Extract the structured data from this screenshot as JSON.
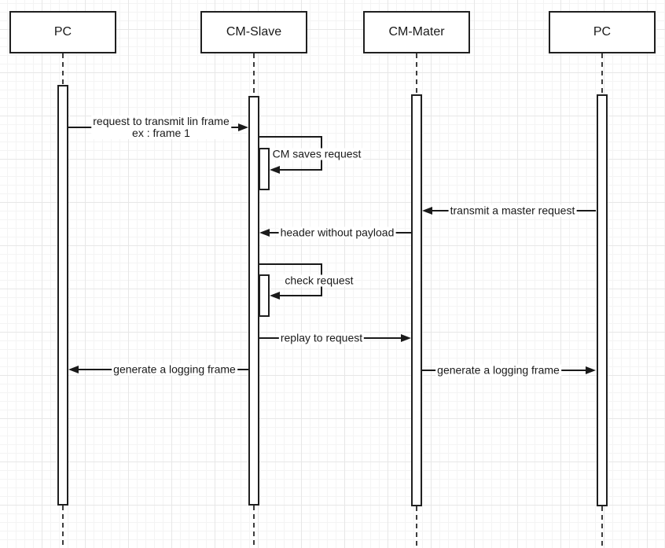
{
  "diagram_type": "uml-sequence",
  "participants": [
    {
      "id": "pc-left",
      "label": "PC"
    },
    {
      "id": "cm-slave",
      "label": "CM-Slave"
    },
    {
      "id": "cm-mater",
      "label": "CM-Mater"
    },
    {
      "id": "pc-right",
      "label": "PC"
    }
  ],
  "messages": [
    {
      "id": "request-to-transmit",
      "label": "request to transmit lin frame",
      "label2": "ex : frame 1",
      "from": "PC",
      "to": "CM-Slave",
      "kind": "arrow-right"
    },
    {
      "id": "cm-saves-request",
      "label": "CM saves request",
      "from": "CM-Slave",
      "to": "CM-Slave",
      "kind": "self"
    },
    {
      "id": "transmit-a-master-request",
      "label": "transmit a master request",
      "from": "PC",
      "to": "CM-Mater",
      "kind": "arrow-left"
    },
    {
      "id": "header-without-payload",
      "label": "header without payload",
      "from": "CM-Mater",
      "to": "CM-Slave",
      "kind": "arrow-left"
    },
    {
      "id": "check-request",
      "label": "check request",
      "from": "CM-Slave",
      "to": "CM-Slave",
      "kind": "self"
    },
    {
      "id": "replay-to-request",
      "label": "replay to request",
      "from": "CM-Slave",
      "to": "CM-Mater",
      "kind": "arrow-right"
    },
    {
      "id": "generate-logging-frame-left",
      "label": "generate a logging frame",
      "from": "CM-Slave",
      "to": "PC",
      "kind": "arrow-left"
    },
    {
      "id": "generate-logging-frame-right",
      "label": "generate a logging frame",
      "from": "CM-Mater",
      "to": "PC",
      "kind": "arrow-right"
    }
  ],
  "colors": {
    "stroke": "#1f1f1f",
    "text": "#1a1a1a",
    "background": "#ffffff",
    "grid_minor": "#f4f4f4",
    "grid_major": "#e7e7e7",
    "shape_fill": "#ffffff"
  }
}
